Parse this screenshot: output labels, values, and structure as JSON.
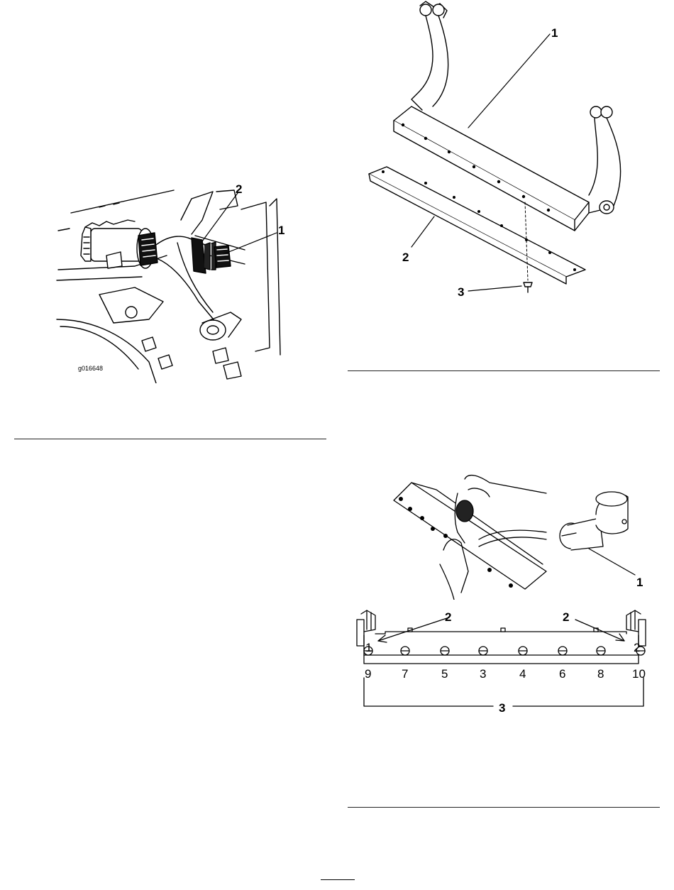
{
  "figure_left": {
    "callouts": [
      "1",
      "2"
    ],
    "figure_id": "g016648"
  },
  "figure_bedknife": {
    "callouts": [
      "1",
      "2",
      "3"
    ]
  },
  "figure_cleaning_tool": {
    "callouts": [
      "1"
    ]
  },
  "figure_torque_sequence": {
    "callouts": [
      "2",
      "2",
      "3"
    ],
    "end_labels": [
      "1",
      "2"
    ],
    "sequence": [
      "9",
      "7",
      "5",
      "3",
      "4",
      "6",
      "8",
      "10"
    ]
  }
}
